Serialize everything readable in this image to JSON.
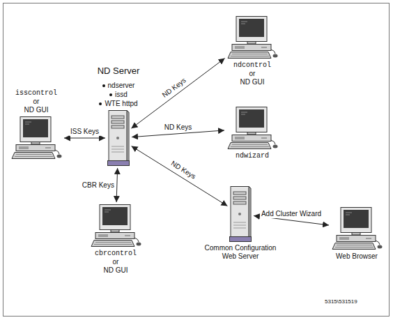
{
  "diagram": {
    "nodes": [
      {
        "text": [
          "ND Server",
          "ndserver",
          "issd",
          "WTE httpd"
        ]
      },
      {
        "text": [
          "isscontrol",
          "or",
          "ND GUI"
        ]
      },
      {
        "text": [
          "ndcontrol",
          "or",
          "ND GUI"
        ]
      },
      {
        "text": [
          "ndwizard"
        ]
      },
      {
        "text": [
          "cbrcontrol",
          "or",
          "ND GUI"
        ]
      },
      {
        "text": [
          "Common Configuration Web Server"
        ]
      },
      {
        "text": [
          "Web Browser"
        ]
      }
    ],
    "edges": [
      {
        "from": 1,
        "to": 0,
        "arrow": "both",
        "label": "ISS Keys"
      },
      {
        "from": 0,
        "to": 2,
        "arrow": "both",
        "label": "ND Keys"
      },
      {
        "from": 0,
        "to": 3,
        "arrow": "both",
        "label": "ND Keys"
      },
      {
        "from": 0,
        "to": 5,
        "arrow": "both",
        "label": "ND Keys"
      },
      {
        "from": 0,
        "to": 4,
        "arrow": "both",
        "label": "CBR Keys"
      },
      {
        "from": 5,
        "to": 6,
        "arrow": "both",
        "label": "Add Cluster Wizard"
      }
    ],
    "labels": [
      "5315\\531519"
    ]
  }
}
